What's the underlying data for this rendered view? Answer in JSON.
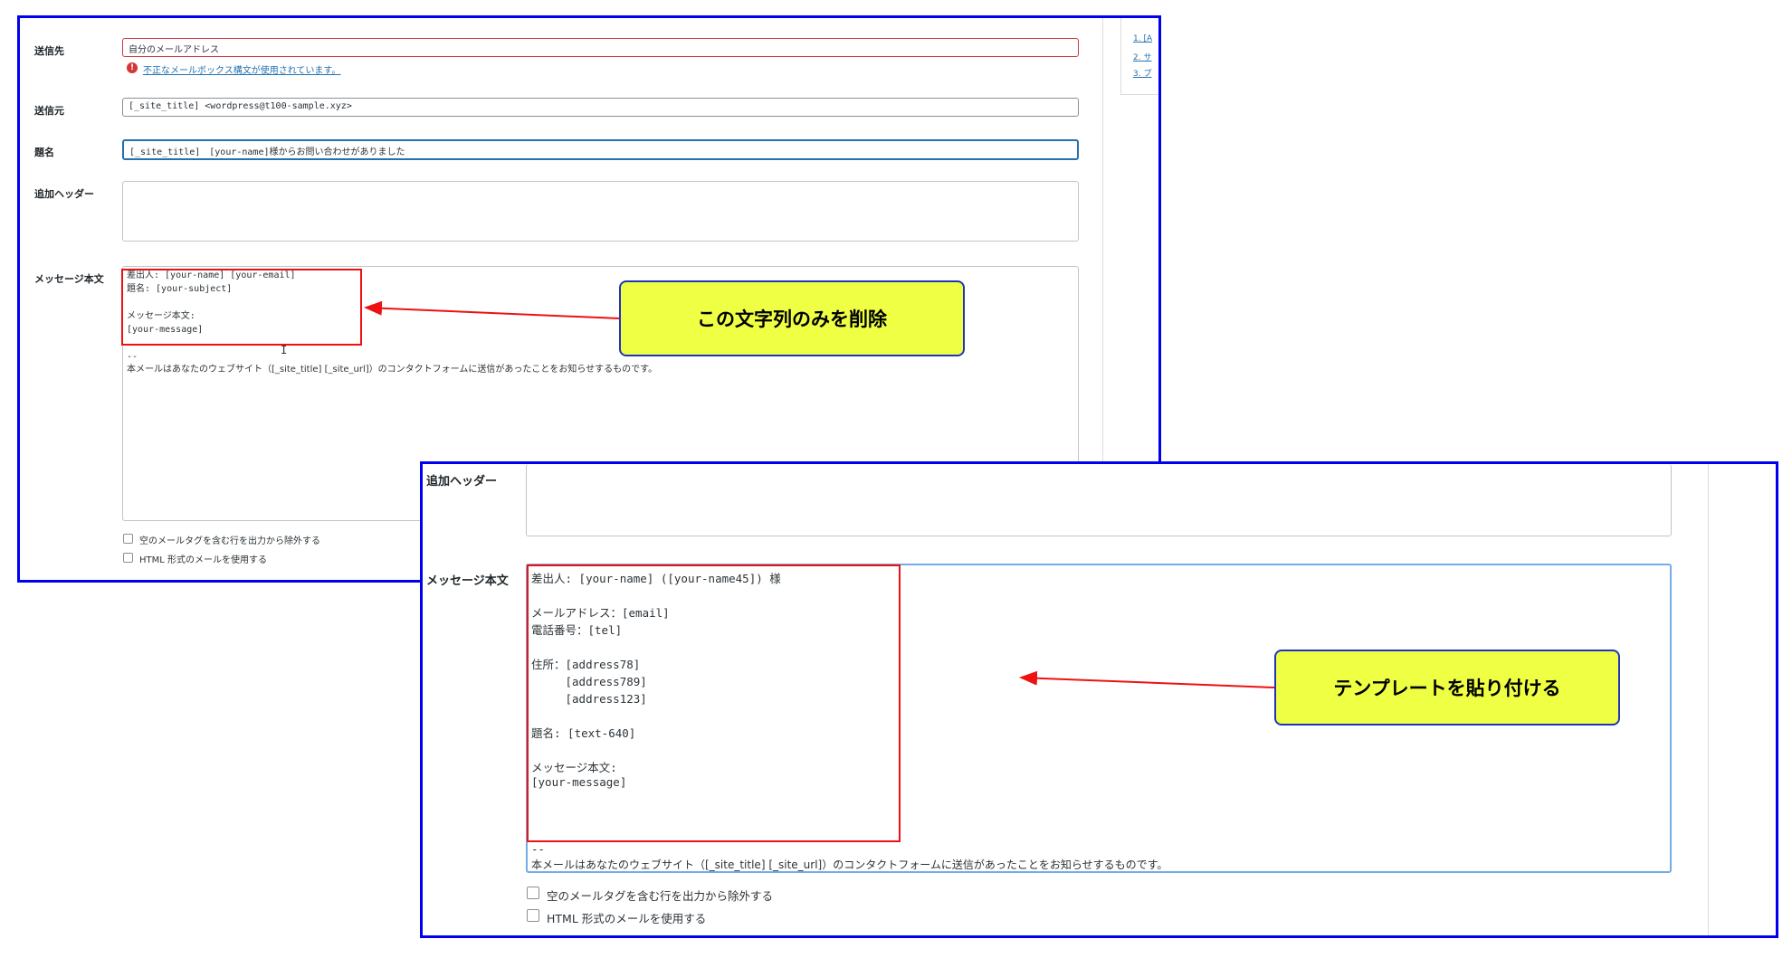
{
  "shot1": {
    "fields": {
      "to": {
        "label": "送信先",
        "value": "自分のメールアドレス",
        "error": "不正なメールボックス構文が使用されています。"
      },
      "from": {
        "label": "送信元",
        "value": "[_site_title] <wordpress@t100-sample.xyz>"
      },
      "subject": {
        "label": "題名",
        "value": "[_site_title]　[your-name]様からお問い合わせがありました"
      },
      "headers": {
        "label": "追加ヘッダー",
        "value": ""
      },
      "body": {
        "label": "メッセージ本文",
        "lines": [
          "差出人: [your-name] [your-email]",
          "題名: [your-subject]",
          "",
          "メッセージ本文:",
          "[your-message]",
          "",
          "--",
          "本メールはあなたのウェブサイト（[_site_title] [_site_url]）のコンタクトフォームに送信があったことをお知らせするものです。"
        ]
      }
    },
    "checkboxes": [
      {
        "label": "空のメールタグを含む行を出力から除外する"
      },
      {
        "label": "HTML 形式のメールを使用する"
      }
    ],
    "side_items": [
      "1. [A",
      "2. サ",
      "3. プ"
    ]
  },
  "shot2": {
    "headers_label": "追加ヘッダー",
    "body_label": "メッセージ本文",
    "body_lines": [
      "差出人: [your-name] ([your-name45]) 様",
      "",
      "メールアドレス：[email]",
      "電話番号：[tel]",
      "",
      "住所：[address78]",
      "　　　[address789]",
      "　　　[address123]",
      "",
      "題名: [text-640]",
      "",
      "メッセージ本文:",
      "[your-message]"
    ],
    "footer_separator": "--",
    "footer_text": "本メールはあなたのウェブサイト（[_site_title] [_site_url]）のコンタクトフォームに送信があったことをお知らせするものです。",
    "checkboxes": [
      {
        "label": "空のメールタグを含む行を出力から除外する"
      },
      {
        "label": "HTML 形式のメールを使用する"
      }
    ]
  },
  "annotations": {
    "callout1": "この文字列のみを削除",
    "callout2": "テンプレートを貼り付ける"
  },
  "colors": {
    "frame": "#0000ee",
    "highlight_box": "#ee1111",
    "callout_fill": "#eeff44",
    "callout_border": "#2233bb",
    "arrow": "#ee1111"
  }
}
